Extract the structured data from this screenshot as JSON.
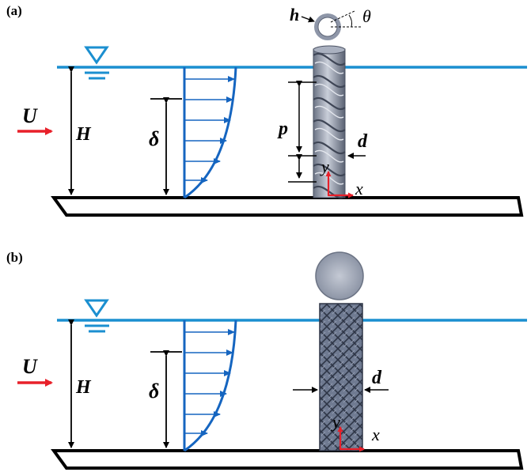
{
  "panels": [
    {
      "label": "(a)",
      "symbols": {
        "U": "U",
        "H": "H",
        "delta": "δ",
        "p": "p",
        "d": "d",
        "h": "h",
        "theta": "θ"
      },
      "axes": {
        "x": "x",
        "y": "y"
      }
    },
    {
      "label": "(b)",
      "symbols": {
        "U": "U",
        "H": "H",
        "delta": "δ",
        "d": "d"
      },
      "axes": {
        "x": "x",
        "y": "y"
      }
    }
  ],
  "colors": {
    "water_line": "#1b8fd0",
    "profile": "#1565c0",
    "flow_arrow": "#e8202a",
    "bed": "#000000",
    "cylinder": "#9aa3b5",
    "cylinder_dark": "#5d6577",
    "axis_arrow": "#e8202a"
  }
}
